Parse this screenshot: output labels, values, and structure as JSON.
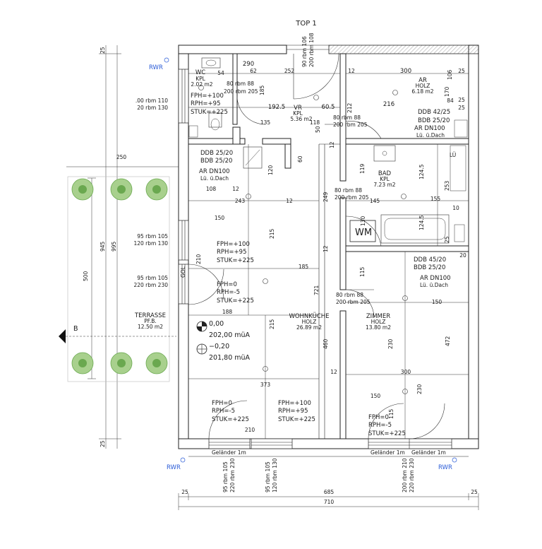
{
  "title": "TOP 1",
  "rooms": {
    "wc": {
      "name": "WC",
      "floor": "KPL",
      "area": "2.02 m2"
    },
    "vr": {
      "name": "VR",
      "floor": "KPL",
      "area": "5.36 m2"
    },
    "ar_holz": {
      "name": "AR",
      "floor": "HOLZ",
      "area": "6.18 m2"
    },
    "bad": {
      "name": "BAD",
      "floor": "KPL",
      "area": "7.23 m2"
    },
    "wohnkueche": {
      "name": "WOHNKÜCHE",
      "floor": "HOLZ",
      "area": "26.89 m2"
    },
    "zimmer": {
      "name": "ZIMMER",
      "floor": "HOLZ",
      "area": "13.80 m2"
    },
    "terrasse": {
      "name": "TERRASSE",
      "floor": "PF.B.",
      "area": "12.50 m2"
    }
  },
  "notes": {
    "wc_fph": "FPH=+100",
    "wc_rph": "RPH=+95",
    "wc_stuk": "STUK=+225",
    "ddb_top_right_1": "DDB 42/25",
    "ddb_top_right_2": "BDB 25/20",
    "ar_dn_top_right": "AR DN100",
    "lu_top_right": "Lü. ü.Dach",
    "ddb_left_1": "DDB 25/20",
    "ddb_left_2": "BDB 25/20",
    "ar_dn_left": "AR DN100",
    "lu_left": "Lü. ü.Dach",
    "living_fph": "FPH=+100",
    "living_rph": "RPH=+95",
    "living_stuk": "STUK=+225",
    "living_fph0": "FPH=0",
    "living_rph5": "RPH=-5",
    "living_stuk2": "STUK=+225",
    "ddb_zimmer_1": "DDB 45/20",
    "ddb_zimmer_2": "BDB 25/20",
    "ar_dn_zimmer": "AR DN100",
    "lu_zimmer": "Lü. ü.Dach",
    "bottom_left_fph": "FPH=0",
    "bottom_left_rph": "RPH=-5",
    "bottom_left_stuk": "STUK=+225",
    "bottom_mid_fph": "FPH=+100",
    "bottom_mid_rph": "RPH=+95",
    "bottom_mid_stuk": "STUK=+225",
    "bottom_right_fph": "FPH=0",
    "bottom_right_rph": "RPH=-5",
    "bottom_right_stuk": "STUK=+225",
    "wm": "WM",
    "lu_bad": "LÜ",
    "gol": "GOL"
  },
  "levels": {
    "l1_a": "0,00",
    "l1_b": "202,00 müA",
    "l2_a": "−0,20",
    "l2_b": "201,80 müA"
  },
  "section": {
    "label": "B"
  },
  "rwr": [
    "RWR",
    "RWR",
    "RWR"
  ],
  "railings": [
    "Geländer 1m",
    "Geländer 1m",
    "Geländer 1m"
  ],
  "openings": {
    "left_1a": ".00 rbm 110",
    "left_1b": "20 rbm 130",
    "left_2a": "95 rbm 105",
    "left_2b": "120 rbm 130",
    "left_3a": "95 rbm 105",
    "left_3b": "220 rbm 230",
    "top_1a": "90 rbm 106",
    "top_1b": "200 rbm 108",
    "bot_1a": "95 rbm 105",
    "bot_1b": "220 rbm 230",
    "bot_2a": "95 rbm 105",
    "bot_2b": "120 rbm 130",
    "bot_3a": "200 rbm 210",
    "bot_3b": "220 rbm 230",
    "door_a1": "80 rbm 88",
    "door_a2": "200 rbm 205",
    "door_b1": "80 rbm 88",
    "door_b2": "200 rbm 205",
    "door_c1": "80 rbm 88",
    "door_c2": "200 rbm 205",
    "door_d1": "80 rbm 88",
    "door_d2": "200 rbm 205"
  },
  "dims": {
    "d_290": "290",
    "d_54": "54",
    "d_62": "62",
    "d_252": "252",
    "d_12a": "12",
    "d_300a": "300",
    "d_106": "106",
    "d_25a": "25",
    "d_212": "212",
    "d_185": "185",
    "d_192_5": "192.5",
    "d_60_5": "60.5",
    "d_216": "216",
    "d_170": "170",
    "d_84": "84",
    "d_25b": "25",
    "d_25c": "25",
    "d_135": "135",
    "d_118": "118",
    "d_50": "50",
    "d_12b": "12",
    "d_60": "60",
    "d_120": "120",
    "d_119": "119",
    "d_124_5a": "124.5",
    "d_253": "253",
    "d_108": "108",
    "d_12c": "12",
    "d_243": "243",
    "d_12d": "12",
    "d_249": "249",
    "d_145": "145",
    "d_155": "155",
    "d_10": "10",
    "d_150a": "150",
    "d_130": "130",
    "d_124_5b": "124.5",
    "d_215a": "215",
    "d_25d": "25",
    "d_20": "20",
    "d_12e": "12",
    "d_185b": "185",
    "d_115a": "115",
    "d_721": "721",
    "d_150b": "150",
    "d_188": "188",
    "d_215b": "215",
    "d_460": "460",
    "d_230a": "230",
    "d_472": "472",
    "d_12f": "12",
    "d_300b": "300",
    "d_373": "373",
    "d_150c": "150",
    "d_230b": "230",
    "d_115b": "115",
    "d_210": "210",
    "d_210b": "210",
    "d_250": "250",
    "d_945": "945",
    "d_995": "995",
    "d_500": "500",
    "d_25e": "25",
    "d_25f": "25",
    "d_bot_25a": "25",
    "d_bot_685": "685",
    "d_bot_25b": "25",
    "d_bot_710": "710"
  },
  "colors": {
    "rwr": "#2a5bd7",
    "tree": "#6aa84f",
    "hatch": "#888888"
  }
}
